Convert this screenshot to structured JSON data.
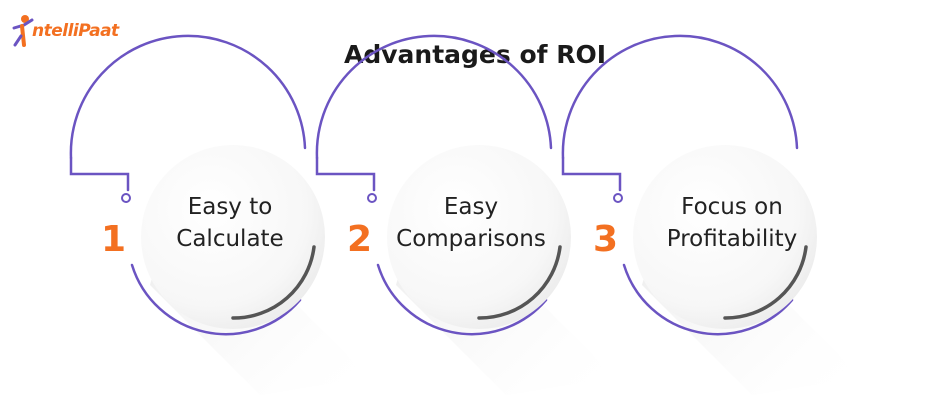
{
  "logo": {
    "text": "ntelliPaat"
  },
  "title": "Advantages of ROI",
  "steps": [
    {
      "number": "1",
      "line1": "Easy to",
      "line2": "Calculate"
    },
    {
      "number": "2",
      "line1": "Easy",
      "line2": "Comparisons"
    },
    {
      "number": "3",
      "line1": "Focus on",
      "line2": "Profitability"
    }
  ],
  "colors": {
    "accent": "#f37021",
    "ring": "#6b54c2",
    "text": "#222222"
  }
}
